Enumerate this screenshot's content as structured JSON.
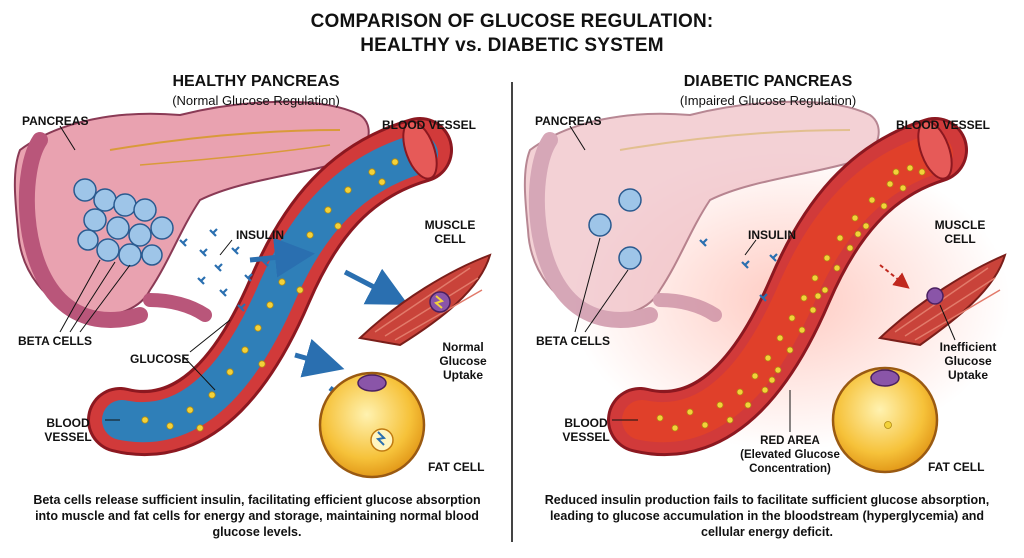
{
  "title": {
    "line1": "COMPARISON OF GLUCOSE REGULATION:",
    "line2": "HEALTHY vs. DIABETIC SYSTEM"
  },
  "healthy": {
    "heading": "HEALTHY PANCREAS",
    "subheading": "(Normal Glucose Regulation)",
    "labels": {
      "pancreas": "PANCREAS",
      "blood_vessel_top": "BLOOD VESSEL",
      "insulin": "INSULIN",
      "muscle_cell_1": "MUSCLE",
      "muscle_cell_2": "CELL",
      "beta_cells": "BETA CELLS",
      "glucose": "GLUCOSE",
      "uptake_1": "Normal",
      "uptake_2": "Glucose",
      "uptake_3": "Uptake",
      "blood_vessel_1": "BLOOD",
      "blood_vessel_2": "VESSEL",
      "fat_cell": "FAT CELL"
    },
    "caption": "Beta cells release sufficient insulin, facilitating efficient glucose absorption into muscle and fat cells for energy and storage, maintaining normal blood glucose levels."
  },
  "diabetic": {
    "heading": "DIABETIC PANCREAS",
    "subheading": "(Impaired Glucose Regulation)",
    "labels": {
      "pancreas": "PANCREAS",
      "blood_vessel_top": "BLOOD VESSEL",
      "insulin": "INSULIN",
      "muscle_cell_1": "MUSCLE",
      "muscle_cell_2": "CELL",
      "beta_cells": "BETA CELLS",
      "uptake_1": "Inefficient",
      "uptake_2": "Glucose",
      "uptake_3": "Uptake",
      "blood_vessel_1": "BLOOD",
      "blood_vessel_2": "VESSEL",
      "red_area_1": "RED AREA",
      "red_area_2": "(Elevated Glucose",
      "red_area_3": "Concentration)",
      "fat_cell": "FAT CELL"
    },
    "caption": "Reduced insulin production fails to facilitate sufficient glucose absorption, leading to glucose accumulation in the bloodstream (hyperglycemia) and cellular energy deficit."
  },
  "colors": {
    "healthy_blood": "#2f7fb8",
    "diabetic_blood": "#e0402a",
    "vessel_wall": "#c8202a",
    "glucose": "#f3d23a",
    "insulin": "#2a6fb0",
    "pancreas": "#e9a2b0",
    "muscle": "#c9433a",
    "fat_cell": "#f6c23a"
  }
}
